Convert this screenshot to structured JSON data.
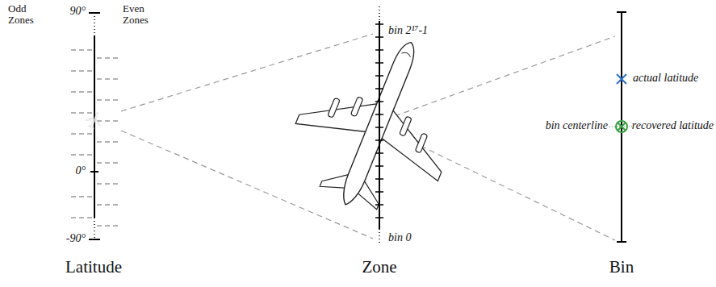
{
  "diagram": {
    "labels": [
      "Odd Zones",
      "90°",
      "Even Zones",
      "0°",
      "-90°",
      "Latitude",
      "bin 2¹⁷-1",
      "bin 0",
      "Zone",
      "actual latitude",
      "bin centerline",
      "recovered latitude",
      "Bin"
    ]
  }
}
